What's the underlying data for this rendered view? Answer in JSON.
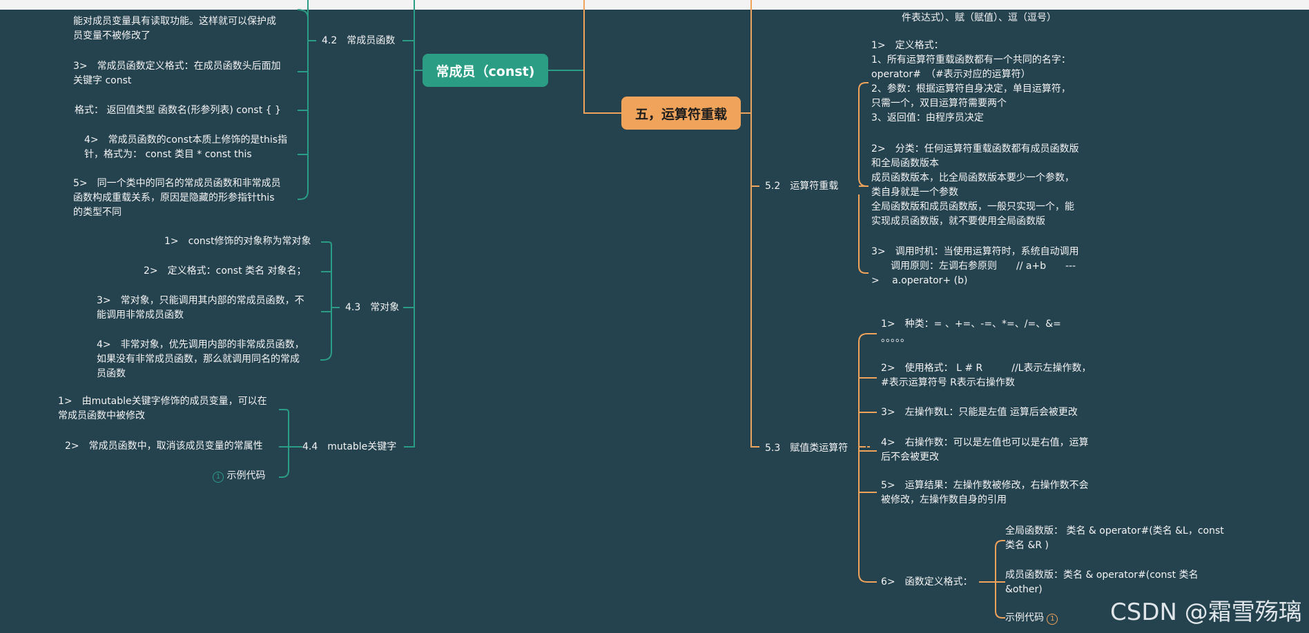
{
  "top_partial": {
    "label": "件表达式）、赋（赋值）、逗（逗号）"
  },
  "const_section": {
    "root_label": "常成员（const)",
    "s42": {
      "label": "4.2　常成员函数",
      "items": [
        [
          "能对成员变量具有读取功能。这样就可以保护成",
          "员变量不被修改了"
        ],
        [
          "3>　常成员函数定义格式：在成员函数头后面加",
          "关键字 const"
        ],
        [
          "格式：  返回值类型   函数名(形参列表) const {   }"
        ],
        [
          "4>　常成员函数的const本质上修饰的是this指",
          "针，格式为：  const  类目  * const  this"
        ],
        [
          "5>　同一个类中的同名的常成员函数和非常成员",
          "函数构成重载关系，原因是隐藏的形参指针this",
          "的类型不同"
        ]
      ]
    },
    "s43": {
      "label": "4.3　常对象",
      "items": [
        [
          "1>　const修饰的对象称为常对象"
        ],
        [
          "2>　定义格式：const  类名  对象名；"
        ],
        [
          "3>　常对象，只能调用其内部的常成员函数，不",
          "能调用非常成员函数"
        ],
        [
          "4>　非常对象，优先调用内部的非常成员函数，",
          "如果没有非常成员函数，那么就调用同名的常成",
          "员函数"
        ]
      ]
    },
    "s44": {
      "label": "4.4　mutable关键字",
      "items": [
        [
          "1>　由mutable关键字修饰的成员变量，可以在",
          "常成员函数中被修改"
        ],
        [
          "2>　常成员函数中，取消该成员变量的常属性"
        ]
      ],
      "example_label": "示例代码",
      "example_badge": "1"
    }
  },
  "op_section": {
    "root_label": "五，运算符重载",
    "s52": {
      "label": "5.2　运算符重载",
      "items": [
        [
          "1>　定义格式：",
          "1、所有运算符重载函数都有一个共同的名字：",
          "operator#　（#表示对应的运算符）",
          "2、参数：根据运算符自身决定，单目运算符，",
          "只需一个，双目运算符需要两个",
          "3、返回值：由程序员决定"
        ],
        [
          "2>　分类：任何运算符重载函数都有成员函数版",
          "和全局函数版本",
          "成员函数版本，比全局函数版本要少一个参数，",
          "类自身就是一个参数",
          "全局函数版和成员函数版，一般只实现一个，能",
          "实现成员函数版，就不要使用全局函数版"
        ],
        [
          "3>　调用时机：当使用运算符时，系统自动调用",
          "　　调用原则：左调右参原则　　// a+b　　---",
          ">　 a.operator+ (b)"
        ]
      ]
    },
    "s53": {
      "label": "5.3　赋值类运算符",
      "items": [
        [
          "1>　种类：= 、+=、-=、*=、/=、&=",
          "。。。。。"
        ],
        [
          "2>　使用格式：  L # R　　　//L表示左操作数，",
          "#表示运算符号  R表示右操作数"
        ],
        [
          "3>　左操作数L：只能是左值 运算后会被更改"
        ],
        [
          "4>　右操作数：可以是左值也可以是右值，运算",
          "后不会被更改"
        ],
        [
          "5>　运算结果：左操作数被修改，右操作数不会",
          "被修改，左操作数自身的引用"
        ]
      ],
      "item6": {
        "label": "6>　函数定义格式：",
        "children": [
          [
            "全局函数版：  类名  & operator#(类名 &L，const",
            "类名 &R )"
          ],
          [
            "成员函数版：类名 & operator#(const 类名",
            "&other)"
          ]
        ],
        "example_label": "示例代码",
        "example_badge": "1"
      }
    }
  },
  "watermark": "CSDN @霜雪殇璃",
  "colors": {
    "background": "#25424f",
    "const_branch": "#2a9d84",
    "operator_branch": "#f0a35a"
  }
}
